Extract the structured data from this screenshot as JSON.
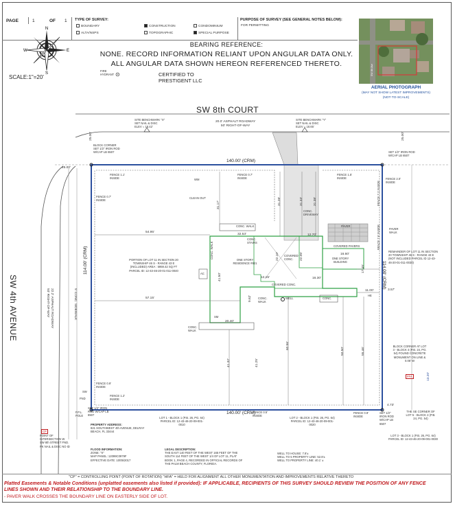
{
  "header": {
    "page_label": "PAGE",
    "page_num": "1",
    "of_label": "OF",
    "page_total": "1",
    "type_title": "TYPE OF SURVEY:",
    "types": [
      {
        "label": "BOUNDARY",
        "checked": false
      },
      {
        "label": "CONSTRUCTION",
        "checked": true
      },
      {
        "label": "CONDOMINIUM",
        "checked": false
      },
      {
        "label": "ALTA/NSPS",
        "checked": false
      },
      {
        "label": "TOPOGRAPHIC",
        "checked": false
      },
      {
        "label": "SPECIAL PURPOSE",
        "checked": true
      }
    ],
    "purpose_title": "PURPOSE OF SURVEY (SEE GENERAL NOTES BELOW):",
    "purpose_value": "FOR PERMITTING"
  },
  "compass": {
    "n": "N",
    "s": "S",
    "e": "E",
    "w": "W"
  },
  "scale": "SCALE:1\"=20'",
  "bearing": {
    "title": "BEARING REFERENCE:",
    "line1": "NONE. RECORD INFORMATION RELIANT UPON ANGULAR DATA ONLY.",
    "line2": "ALL ANGULAR DATA SHOWN HEREON REFERENCED THERETO."
  },
  "hydrant": "FIRE HYDRANT",
  "certified": {
    "line1": "CERTIFIED TO",
    "line2": "PRESTIGENT LLC"
  },
  "aerial": {
    "title": "AERIAL PHOTOGRAPH",
    "line2": "(MAY NOT SHOW LATEST IMPROVEMENTS)",
    "line3": "(NOT-TO-SCALE)",
    "road_label": "SW 4th Ave"
  },
  "streets": {
    "north": "SW 8th COURT",
    "west": "SW 4th AVENUE"
  },
  "road_north": {
    "line1": "20.0' ASPHALT ROADWAY",
    "line2": "50' RIGHT-OF-WAY"
  },
  "road_west": {
    "line1": "22.2' ASPHALT ROADWAY",
    "line2": "50' RIGHT-OF-WAY"
  },
  "benchmarks": [
    {
      "line1": "SITE BENCHMARK \"X\"",
      "line2": "SET NAIL & DISC",
      "line3": "ELEV = 18.42'"
    },
    {
      "line1": "SITE BENCHMARK \"Y\"",
      "line2": "SET NAIL & DISC",
      "line3": "ELEV = 18.65'"
    }
  ],
  "dims": {
    "top": "140.00' (CRM)",
    "bottom": "140.00' (CRM)",
    "west": "114.00' (CRM)",
    "east": "114.00' (CRM)",
    "d25_top": "25.00'",
    "d25_left": "25.00'",
    "d25_right": "25.00'",
    "d5495": "54.95'",
    "d5715": "57.15'",
    "d3253": "32.53'",
    "d3117": "31.17'",
    "d3128": "31.28'",
    "d3133": "31.33'",
    "d3138": "31.38'",
    "d1270": "12.70'",
    "d1215": "12.15'",
    "d1630": "16.30'",
    "d1660": "16.60'",
    "d2040": "20.40'",
    "d4150": "41.50'",
    "d1100": "11.00'",
    "d357": "3.57'",
    "d2210": "22.10'",
    "d2205": "22.05'",
    "d1745": "17.45'",
    "d962": "9.62'",
    "d4132": "41.32'",
    "d4125": "41.25'",
    "d6056": "60.56'",
    "d5050": "50.50'",
    "d5546": "55.46'",
    "d1320": "13.20'",
    "d473": "4.73'"
  },
  "labels": {
    "block_corner_nw": "BLOCK CORNER SET 1/2\" IRON ROD W/CAP LB 6507",
    "set_rod_ne": "SET 1/2\" IRON ROD W/CAP LB 6507",
    "fence_11": "FENCE 1.1' INSIDE",
    "fence_07a": "FENCE 0.7' INSIDE",
    "fence_07b": "FENCE 0.7' INSIDE",
    "fence_15": "FENCE 1.5' INSIDE",
    "fence_20": "FENCE 2.0' INSIDE",
    "fence_71": "FENCE 7.1' INSIDE",
    "fence_76": "FENCE 7.6' INSIDE",
    "fence_09": "FENCE 0.9' INSIDE",
    "fence_12": "FENCE 1.2' INSIDE",
    "fence_05": "FENCE 0.5' INSIDE",
    "fence_09b": "FENCE 0.9' INSIDE",
    "wm": "WM",
    "clean_out": "CLEAN OUT",
    "conc_walk": "CONC. WALK",
    "conc_stairs": "CONC. STAIRS",
    "conc_driveway": "CONC. DRIVEWAY",
    "paver": "PAVER",
    "paver_walk": "PAVER WALK",
    "covered_conc": "COVERED CONC.",
    "covered_pavers": "COVERED PAVERS",
    "covered_conc2": "COVERED CONC.",
    "one_story": "ONE STORY RESIDENCE #821",
    "one_story_bldg": "ONE STORY BUILDING",
    "ac": "AC",
    "conc_walk_v": "CONC. WALK",
    "conc_walk2": "CONC. WALK",
    "conc_walk3": "CONC. WALK",
    "conc": "CONC.",
    "well": "WELL",
    "sm": "SM",
    "sidewalk": "5' CONC. SIDEWALK",
    "remainder": "REMAINDER OF LOT 11 IN SECTION 20 TOWNSHIP 46 S - RANGE 43 E (NOT INCLUDED PARCEL ID 12-43-46-20-01-011-0030)",
    "portion": "PORTION OF LOT 11 IN SECTION 20 TOWNSHIP 46 S - RANGE 43 E (INCLUDED) AREA : 5959.42 SQ FT PARCEL ID: 12-43-46-20-01-011-0040",
    "lot1": "LOT 1 - BLOCK 1 (P.B. 26, PG. 64) PARCEL ID: 12-43-46-20-09-001-0010",
    "lot2": "LOT 2 - BLOCK 1 (P.B. 26, PG. 64) PARCEL ID: 12-43-46-20-09-001-0020",
    "lot3": "LOT 3 - BLOCK 1 (P.B. 26, PG. 64) PARCEL ID: 12-43-46-20-09-001-0030",
    "block_corner_se": "BLOCK CORNER AT LOT 3 - BLOCK 4 (P.B. 24, PG. 54) FOUND CONCRETE MONUMENT ON LINE & 0.06' W",
    "se_corner": "THE SE CORNER OF LOT 5 - BLOCK 4 (P.B. 24, PG. 54)",
    "set_rod_sw": "SET 1/2\" IRON ROD W/CAP LB 6507",
    "set_rod_se": "SET 1/2\" IRON ROD W/CAP LB 6507",
    "point_intersection": "POINT OF INTERSECTION W SW 8th STREET FND. PK NAIL & DISC NO ID",
    "fpl": "F.P.L. POLE",
    "fnd": "FND",
    "sw_label": "SW",
    "red_tag": "CP",
    "red_tag2": "FFA",
    "ac2": "HE"
  },
  "info": {
    "prop_addr_title": "PROPERTY ADDRESS:",
    "prop_addr": "821 SOUTHWEST 4th AVENUE, DELRAY BEACH, FL 33444",
    "flood_title": "FLOOD INFORMATION:",
    "zone": "ZONE: \"X\"",
    "map_panel": "MAP PANEL: 12099C0979F",
    "effective": "EFFECTIVE DATE: 10/05/2017",
    "legal_title": "LEGAL DESCRIPTION:",
    "legal": "THE EAST 140 FEET OF THE WEST 165 FEET OF THE SOUTH 114 FEET OF THE WEST 1/4 OF LOT 11, PLAT BOOK 1, PAGE 4, RECORDED IN OFFICIAL RECORDS OF THE PALM BEACH COUNTY, FLORIDA.",
    "well_house": "WELL TO HOUSE: 7.8'±",
    "well_north": "WELL TO 5 PROPERTY LINE: 52.8'±",
    "well_line": "WELL TO PROPERTY LINE: 40.1' ±"
  },
  "legend": "\"CP\" = CONTROLLING POINT (POINT OF ROTATION)    \"HFA\" = HELD FOR ALIGNMENT    ALL OTHER MONUMENTATION AND IMPROVEMENTS RELATIVE THERETO",
  "notes": {
    "red_title": "Platted Easements & Notable Conditions (unplatted easements also listed if provided): IF APPLICABLE, RECIPIENTS OF THIS SURVEY SHOULD REVIEW THE POSITION OF ANY FENCE LINES SHOWN AND THEIR RELATIONSHIP TO THE BOUNDARY LINE.",
    "red_line2": "- PAVER WALK CROSSES THE BOUNDARY LINE ON EASTERLY SIDE OF LOT."
  },
  "colors": {
    "boundary": "#2b4f9e",
    "building": "#2ea043",
    "alert": "#c0191d",
    "aerial_text": "#1f4e9c"
  }
}
